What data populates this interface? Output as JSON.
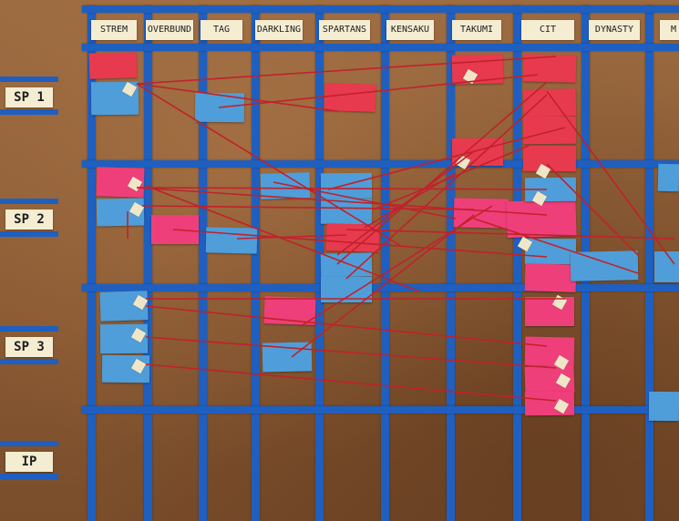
{
  "teams": [
    {
      "id": "stream",
      "label": "STREM"
    },
    {
      "id": "overbund",
      "label": "OVERBUND"
    },
    {
      "id": "tag",
      "label": "TAG"
    },
    {
      "id": "darkling",
      "label": "DARKLING"
    },
    {
      "id": "spartans",
      "label": "SPARTANS"
    },
    {
      "id": "kensaku",
      "label": "KENSAKU"
    },
    {
      "id": "takumi",
      "label": "TAKUMI"
    },
    {
      "id": "cit",
      "label": "CIT"
    },
    {
      "id": "dynasty",
      "label": "DYNASTY"
    },
    {
      "id": "m",
      "label": "M"
    }
  ],
  "sprints": [
    {
      "id": "sp1",
      "label": "SP 1"
    },
    {
      "id": "sp2",
      "label": "SP 2"
    },
    {
      "id": "sp3",
      "label": "SP 3"
    },
    {
      "id": "ip",
      "label": "IP"
    }
  ],
  "colors": {
    "tape": "#1f5fc0",
    "paper": "#8b5b34",
    "label_card": "#f4edd2",
    "note_blue": "#4f9ed9",
    "note_pink": "#ef3f7a",
    "note_red": "#e83a4e",
    "string": "#c0222a"
  }
}
